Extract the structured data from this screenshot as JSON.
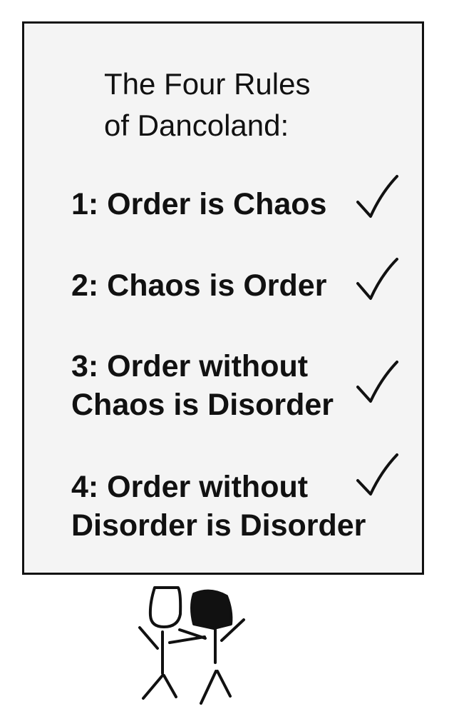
{
  "title_line1": "The Four Rules",
  "title_line2": "of Dancoland:",
  "rules": [
    {
      "line1": "1: Order is Chaos",
      "line2": ""
    },
    {
      "line1": "2: Chaos is Order",
      "line2": ""
    },
    {
      "line1": "3: Order without",
      "line2": "Chaos is Disorder"
    },
    {
      "line1": "4: Order without",
      "line2": "Disorder is Disorder"
    }
  ]
}
